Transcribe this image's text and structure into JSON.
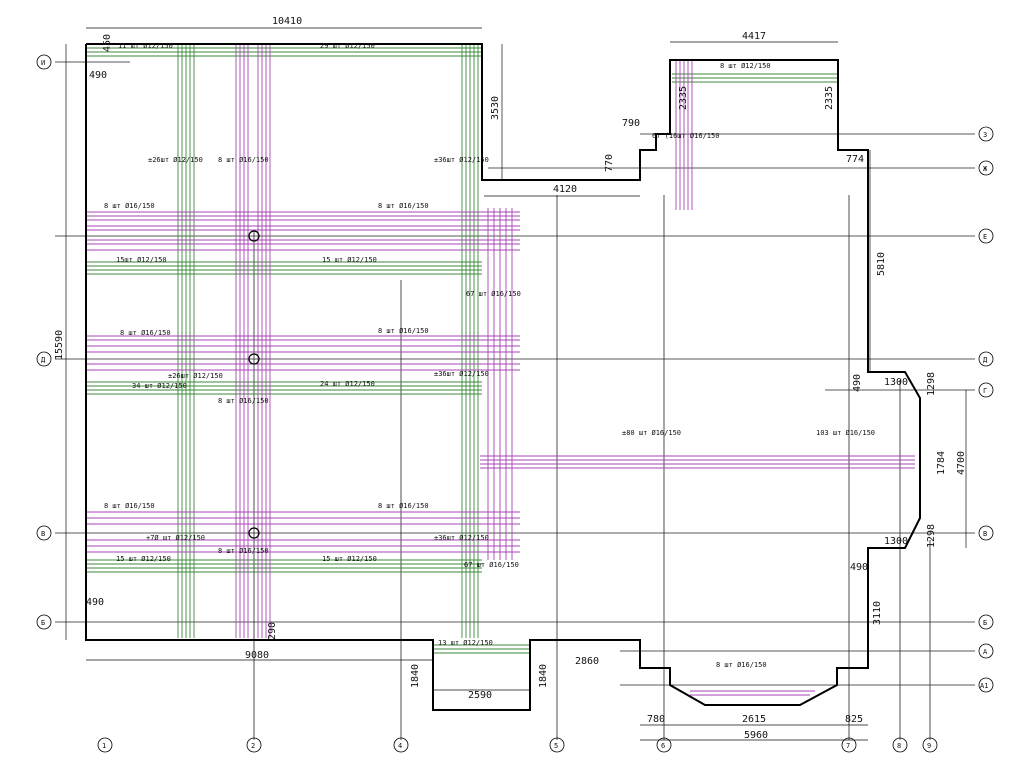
{
  "dimensions": {
    "d10410": "10410",
    "d4417": "4417",
    "d450": "450",
    "d490a": "490",
    "d3530": "3530",
    "d2335a": "2335",
    "d2335b": "2335",
    "d790": "790",
    "d770": "770",
    "d774": "774",
    "d4120": "4120",
    "d5810": "5810",
    "d15590": "15590",
    "d490b": "490",
    "d1300a": "1300",
    "d1298": "1298",
    "d1784": "1784",
    "d4700": "4700",
    "d1300b": "1300",
    "d1298b": "1298",
    "d490c": "490",
    "d3110": "3110",
    "d490d": "490",
    "d290": "290",
    "d9080": "9080",
    "d1840a": "1840",
    "d2590": "2590",
    "d1840b": "1840",
    "d2860": "2860",
    "d780": "780",
    "d2615": "2615",
    "d825": "825",
    "d5960": "5960"
  },
  "axes_right": [
    "З",
    "Ж",
    "Е",
    "Д",
    "Г",
    "В",
    "Б",
    "А",
    "А1"
  ],
  "axes_left": [
    "И",
    "Д",
    "В",
    "Б"
  ],
  "axes_bottom": [
    "1",
    "2",
    "4",
    "5",
    "6",
    "7",
    "8",
    "9"
  ],
  "rebar_labels": {
    "r1": "11 шт Ø12/150",
    "r2": "29 шт Ø12/150",
    "r3": "8 шт Ø12/150",
    "r4": "67 (16шт Ø16/150",
    "r5": "±26шт Ø12/150",
    "r6": "8 шт Ø16/150",
    "r7": "±36шт Ø12/150",
    "r8": "8 шт Ø16/150",
    "r9": "8 шт Ø16/150",
    "r10": "15шт Ø12/150",
    "r11": "15 шт Ø12/150",
    "r12": "67 шт Ø16/150",
    "r13": "8 шт Ø16/150",
    "r14": "8 шт Ø16/150",
    "r15": "±26шт Ø12/150",
    "r16": "±36шт Ø12/150",
    "r17": "24 шт Ø12/150",
    "r18": "34 шт Ø12/150",
    "r19": "8 шт Ø16/150",
    "r20": "±80 шт Ø16/150",
    "r21": "103 шт Ø16/150",
    "r22": "8 шт Ø16/150",
    "r23": "8 шт Ø16/150",
    "r24": "+7Ø шт Ø12/150",
    "r25": "±36шт Ø12/150",
    "r26": "8 шт Ø16/150",
    "r27": "15 шт Ø12/150",
    "r28": "15 шт Ø12/150",
    "r29": "67 шт Ø16/150",
    "r30": "13 шт Ø12/150",
    "r31": "8 шт Ø16/150"
  },
  "colors": {
    "outline": "#000000",
    "green_rebar": "#3b8a3b",
    "magenta_rebar": "#a844b4",
    "axis": "#222222"
  }
}
